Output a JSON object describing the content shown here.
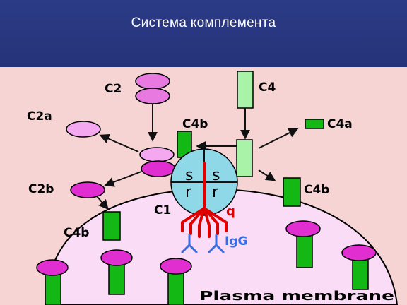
{
  "slide": {
    "title": "Система комплемента"
  },
  "diagram": {
    "labels": {
      "c2": "C2",
      "c2a": "C2a",
      "c2b": "C2b",
      "c4": "C4",
      "c4a": "C4a",
      "c4b_top": "C4b",
      "c4b_right": "C4b",
      "c4b_left": "C4b",
      "c1": "C1",
      "q": "q",
      "igg": "IgG",
      "s_left": "s",
      "s_right": "s",
      "r_left": "r",
      "r_right": "r",
      "plasma_membrane": "Plasma membrane"
    },
    "colors": {
      "background": "#f7d4d4",
      "cell": "#fadcf7",
      "c2": "#e879e0",
      "c2_light": "#f3a8ef",
      "c2b": "#e12ed1",
      "c4": "#a8f3a8",
      "c4b": "#14b814",
      "c1": "#8fd8e8",
      "q_stem": "#e00000",
      "igg": "#3a6de0"
    }
  }
}
